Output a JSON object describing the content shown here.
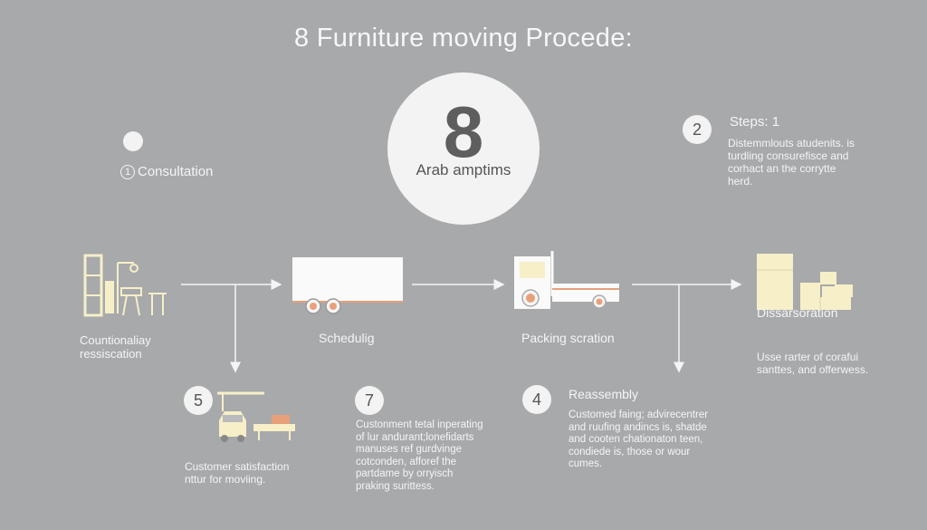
{
  "title": "8 Furniture moving Procede:",
  "hero": {
    "number": "8",
    "caption": "Arab amptims"
  },
  "consultation": {
    "number": "1",
    "label": "Consultation"
  },
  "steps_header": {
    "badge": "2",
    "title": "Steps: 1",
    "text": [
      "Distemmlouts atudenits. is",
      "turdling consurefisce and",
      "corhact an the corrytte",
      "herd."
    ]
  },
  "stages": [
    {
      "label": [
        "Countionaliay",
        "ressiscation"
      ]
    },
    {
      "label": [
        "Schedulig"
      ]
    },
    {
      "label": [
        "Packing scration"
      ]
    },
    {
      "label": [
        "Dissarsoration"
      ],
      "text": [
        "Usse rarter of corafui",
        "santtes, and offerwess."
      ]
    }
  ],
  "bottom": [
    {
      "badge": "5",
      "text": [
        "Customer satisfaction",
        "nttur for moviing."
      ]
    },
    {
      "badge": "7",
      "text": [
        "Custonment tetal inperating",
        "of lur andurant;lonefidarts",
        "manuses ref gurdvinge",
        "cotconden, afforef the",
        "partdame by orryisch",
        "praking surittess."
      ]
    },
    {
      "badge": "4",
      "title": "Reassembly",
      "text": [
        "Customed faing; advirecentrer",
        "and ruufing andincs is, shatde",
        "and cooten chationaton teen,",
        "condiede is, those or wour",
        "cumes."
      ]
    }
  ],
  "colors": {
    "background": "#a7a9ab",
    "accent_fill": "#f6efc8",
    "accent_orange": "#e8a07a",
    "line": "#f5f5f5"
  }
}
